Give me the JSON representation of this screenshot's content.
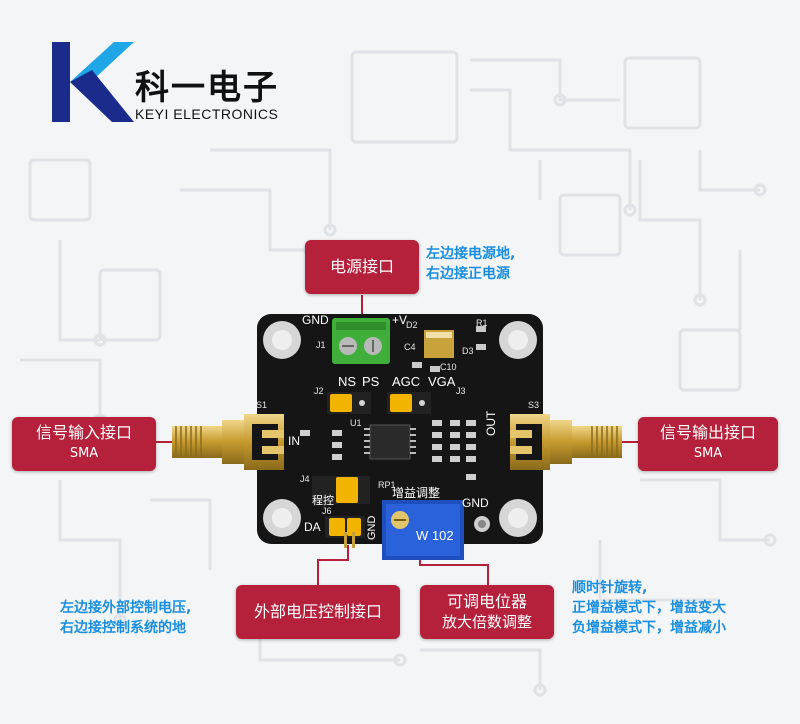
{
  "brand": {
    "name_cn": "科一电子",
    "name_en": "KEYI ELECTRONICS",
    "colors": {
      "k_dark": "#1b2b8c",
      "k_cyan": "#1ea6e6"
    }
  },
  "callouts": {
    "power": {
      "title": "电源接口"
    },
    "input": {
      "title": "信号输入接口",
      "sub": "SMA"
    },
    "output": {
      "title": "信号输出接口",
      "sub": "SMA"
    },
    "ext_voltage": {
      "title": "外部电压控制接口"
    },
    "pot": {
      "title": "可调电位器",
      "sub": "放大倍数调整"
    }
  },
  "notes": {
    "power": [
      "左边接电源地,",
      "右边接正电源"
    ],
    "ext_voltage": [
      "左边接外部控制电压,",
      "右边接控制系统的地"
    ],
    "pot": [
      "顺时针旋转,",
      "正增益模式下，增益变大",
      "负增益模式下，增益减小"
    ]
  },
  "pcb": {
    "gnd_top": "GND",
    "plus_v": "+V",
    "ns": "NS",
    "ps": "PS",
    "agc": "AGC",
    "vga": "VGA",
    "in": "IN",
    "out": "OUT",
    "gain_adjust": "增益调整",
    "gnd_bottom": "GND",
    "gnd_j6": "GND",
    "da": "DA",
    "range": "程控",
    "pot_marking": "W 102",
    "j1": "J1",
    "j2": "J2",
    "j3": "J3",
    "j4": "J4",
    "j6": "J6",
    "s1": "S1",
    "s3": "S3",
    "d2": "D2",
    "d3": "D3",
    "r1": "R1",
    "c4": "C4",
    "c10": "C10",
    "u1": "U1",
    "rp1": "RP1"
  },
  "colors": {
    "accent": "#b5203b",
    "note_blue": "#1a8fe0",
    "pcb_black": "#151515",
    "terminal_green": "#3fae3a",
    "jumper_yellow": "#f3b400",
    "pot_blue": "#1f4fbf",
    "sma_gold": "#c9a23a"
  }
}
